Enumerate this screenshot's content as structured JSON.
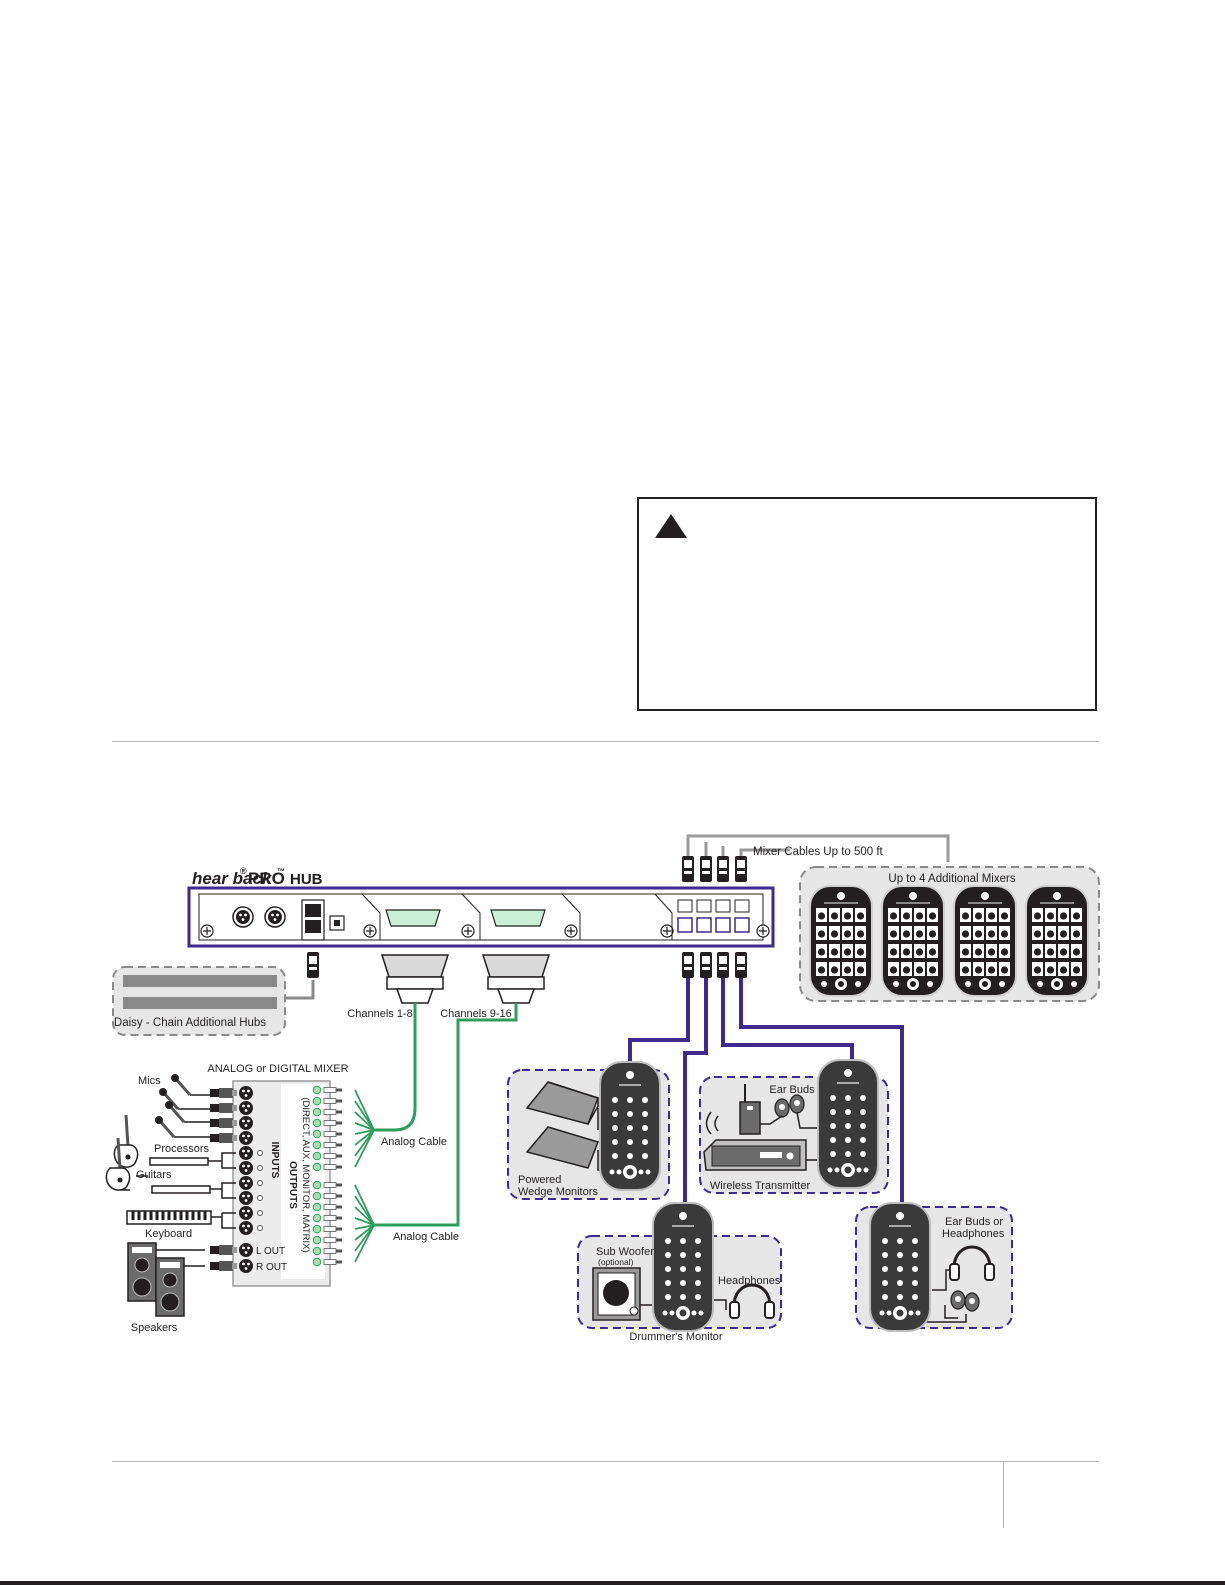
{
  "hub": {
    "brand": "hear back",
    "registered_mark": "®",
    "pro": "PRO",
    "trademark": "™",
    "model": "HUB"
  },
  "labels": {
    "mixer_cables": "Mixer Cables Up to 500 ft",
    "additional_mixers": "Up to 4 Additional Mixers",
    "daisy_chain": "Daisy - Chain Additional Hubs",
    "channels_1_8": "Channels 1-8",
    "channels_9_16": "Channels 9-16",
    "analog_mixer": "ANALOG or DIGITAL MIXER",
    "mics": "Mics",
    "processors": "Processors",
    "guitars": "Guitars",
    "keyboard": "Keyboard",
    "speakers": "Speakers",
    "inputs": "INPUTS",
    "outputs": "OUTPUTS",
    "outputs_detail": "(DIRECT, AUX, MONITOR, MATRIX)",
    "l_out": "L OUT",
    "r_out": "R OUT",
    "analog_cable_1": "Analog Cable",
    "analog_cable_2": "Analog Cable",
    "powered_wedge_line1": "Powered",
    "powered_wedge_line2": "Wedge Monitors",
    "ear_buds": "Ear Buds",
    "wireless_transmitter": "Wireless Transmitter",
    "sub_woofer": "Sub Woofer",
    "optional": "(optional)",
    "headphones": "Headphones",
    "drummers_monitor": "Drummer's Monitor",
    "ear_buds_or_line1": "Ear Buds or",
    "ear_buds_or_line2": "Headphones"
  },
  "colors": {
    "purple_cable": "#3d2a8c",
    "green_cable": "#2e9e5e",
    "gray_cable": "#9a9a9a",
    "panel_fill": "#e6e6e6",
    "device_dark": "#231f20"
  }
}
